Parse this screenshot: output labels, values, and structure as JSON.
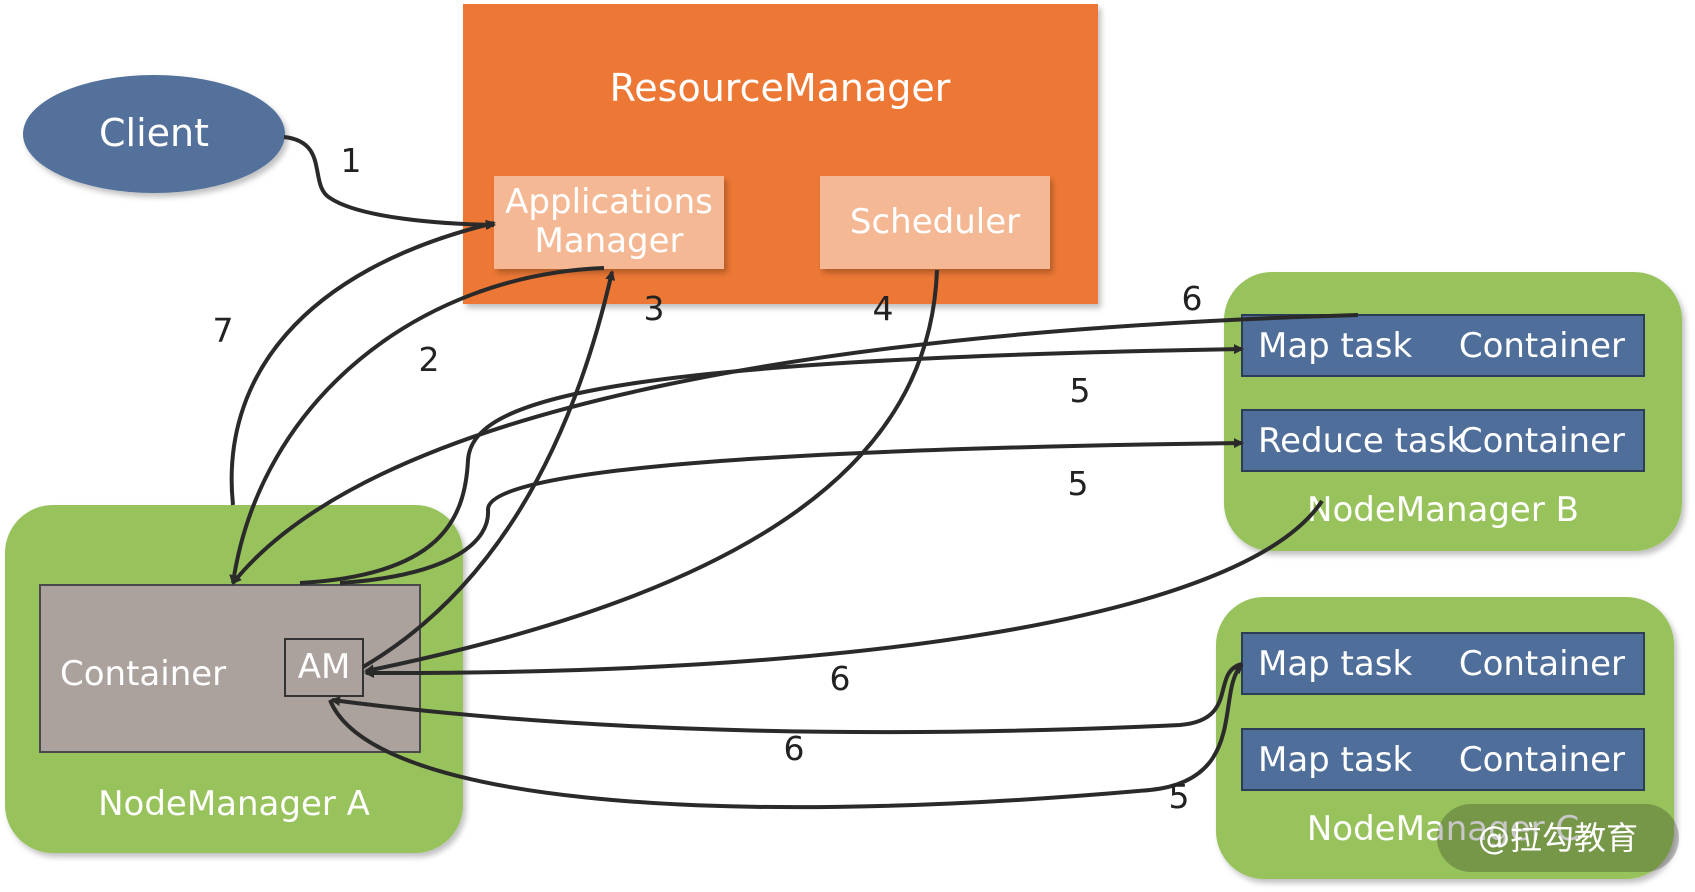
{
  "nodes": {
    "client": "Client",
    "resource_manager": "ResourceManager",
    "applications_manager_line1": "Applications",
    "applications_manager_line2": "Manager",
    "scheduler": "Scheduler",
    "nodemanager_a": "NodeManager A",
    "container_a": "Container",
    "am": "AM",
    "nodemanager_b": "NodeManager B",
    "nodemanager_c": "NodeManager C",
    "b_map_task": "Map task",
    "b_map_container": "Container",
    "b_reduce_task": "Reduce task",
    "b_reduce_container": "Container",
    "c_map_task_1": "Map task",
    "c_map_container_1": "Container",
    "c_map_task_2": "Map task",
    "c_map_container_2": "Container"
  },
  "edge_labels": {
    "e1": "1",
    "e2": "2",
    "e3": "3",
    "e4": "4",
    "e5a": "5",
    "e5b": "5",
    "e5c": "5",
    "e6a": "6",
    "e6b": "6",
    "e6c": "6",
    "e7": "7"
  },
  "watermark": "@拉勾教育",
  "colors": {
    "resource_manager": "#ED7836",
    "sub_manager": "#F5B895",
    "client": "#52719A",
    "node_manager": "#98C25C",
    "container_a": "#ABA29E",
    "task_box": "#4F6E99",
    "arrow": "#2A2A2A"
  }
}
